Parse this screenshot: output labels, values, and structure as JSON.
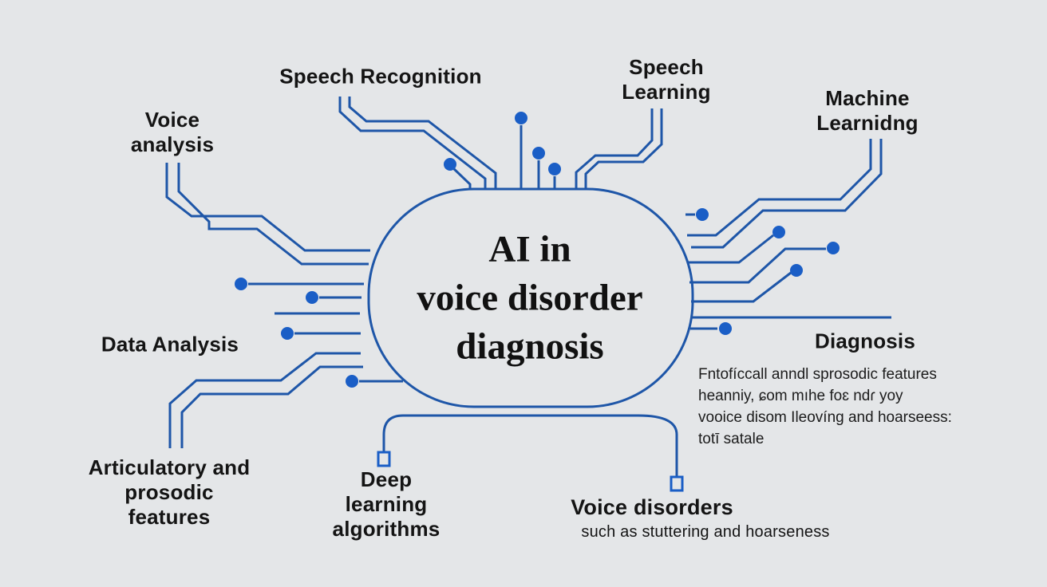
{
  "colors": {
    "bg": "#e4e6e8",
    "circuit_line": "#1e56a8",
    "circuit_dot": "#1a5ec6",
    "text": "#141414"
  },
  "center": {
    "title": "AI in\nvoice disorder\ndiagnosis"
  },
  "nodes": {
    "voice_analysis": {
      "label": "Voice\nanalysis"
    },
    "speech_recognition": {
      "label": "Speech Recognition"
    },
    "speech_learning": {
      "label": "Speech\nLearning"
    },
    "machine_learning": {
      "label": "Machine\nLearnidng"
    },
    "diagnosis": {
      "label": "Diagnosis"
    },
    "diagnosis_note": {
      "label": "Fntofíccall anndl sprosodic features\nheanniy, ɕom mıhe foɛ ndɾ yoy\nvooice disom Ileovíng and hoarseess:\ntotī satale"
    },
    "data_analysis": {
      "label": "Data Analysis"
    },
    "articulatory": {
      "label": "Articulatory and\nprosodic\nfeatures"
    },
    "deep_learning": {
      "label": "Deep\nlearning\nalgorithms"
    },
    "voice_disorders": {
      "label": "Voice disorders",
      "sublabel": "such as stuttering and hoarseness"
    }
  }
}
